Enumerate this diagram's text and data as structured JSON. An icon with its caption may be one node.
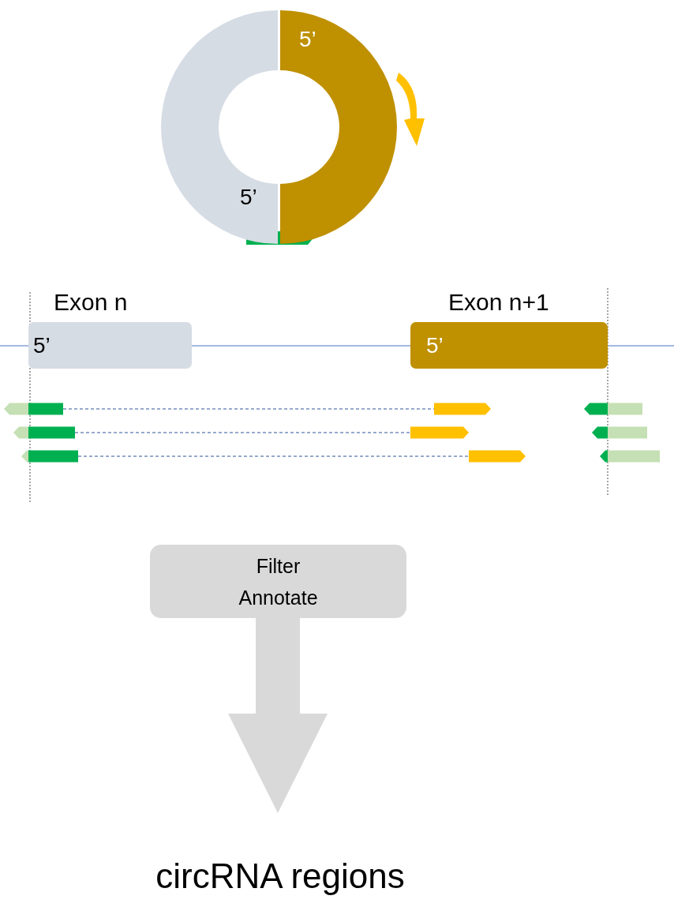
{
  "diagram": {
    "nodes": [
      {
        "text": [
          "5’"
        ]
      },
      {
        "text": [
          "5’"
        ]
      },
      {
        "text": [
          "Exon n",
          "5’"
        ]
      },
      {
        "text": [
          "Exon n+1",
          "5’"
        ]
      },
      {
        "text": [
          "Filter Annotate"
        ]
      },
      {
        "text": [
          "circRNA regions"
        ]
      }
    ],
    "edges": [
      {
        "from": 4,
        "to": 5,
        "arrow": "to"
      }
    ]
  }
}
